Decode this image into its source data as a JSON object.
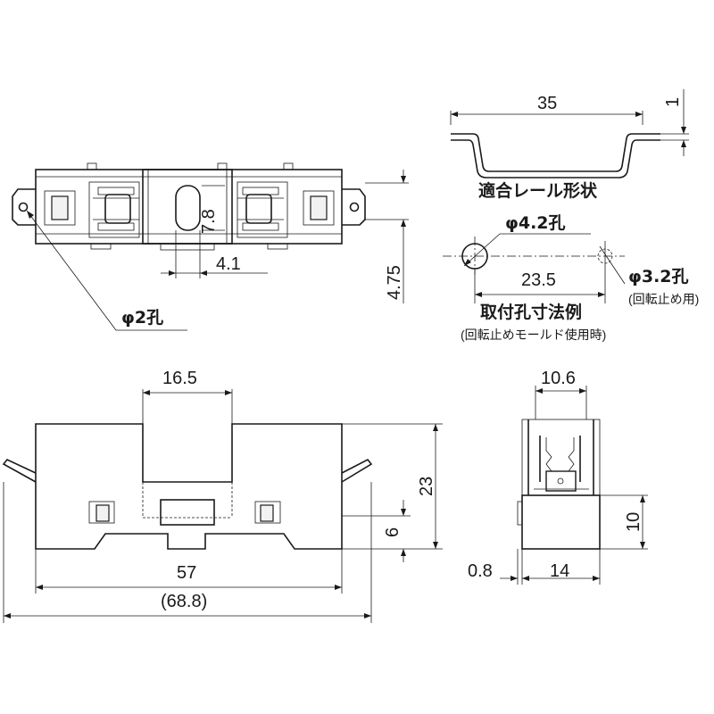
{
  "dims": {
    "rail_width": "35",
    "rail_height": "1",
    "slot_height": "7.8",
    "slot_width": "4.1",
    "side_height": "4.75",
    "hole_small": "φ2孔",
    "hole_main": "φ4.2孔",
    "hole_pitch": "23.5",
    "hole_stop": "φ3.2孔",
    "front_slot": "16.5",
    "body_height": "23",
    "foot_height": "6",
    "body_length": "57",
    "overall_length": "(68.8)",
    "side_width": "10.6",
    "side_base_height": "10",
    "side_offset": "0.8",
    "side_depth": "14"
  },
  "labels": {
    "rail_shape": "適合レール形状",
    "mount_hole": "取付孔寸法例",
    "mount_hole_note": "(回転止めモールド使用時)",
    "stop_note": "(回転止め用)"
  }
}
